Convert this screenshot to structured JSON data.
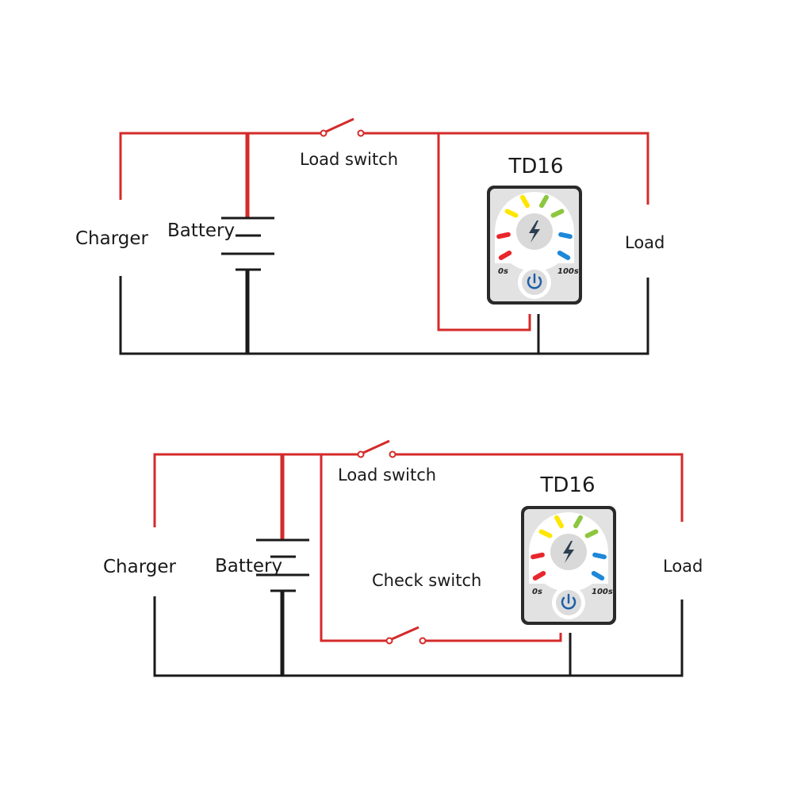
{
  "colors": {
    "positive_wire": "#d42a2a",
    "negative_wire": "#1a1a1a",
    "module_body": "#e2e2e2",
    "led_segments": [
      "#e8262b",
      "#e8262b",
      "#ffe600",
      "#ffe600",
      "#8dc63f",
      "#8dc63f",
      "#1e88d8",
      "#1e88d8"
    ]
  },
  "diagram_top": {
    "charger_label": "Charger",
    "battery_label": "Battery",
    "load_switch_label": "Load switch",
    "load_label": "Load",
    "module": {
      "name": "TD16",
      "left_scale": "0s",
      "right_scale": "100s",
      "center_icon": "lightning-icon",
      "button_icon": "power-icon"
    }
  },
  "diagram_bottom": {
    "charger_label": "Charger",
    "battery_label": "Battery",
    "load_switch_label": "Load switch",
    "check_switch_label": "Check switch",
    "load_label": "Load",
    "module": {
      "name": "TD16",
      "left_scale": "0s",
      "right_scale": "100s",
      "center_icon": "lightning-icon",
      "button_icon": "power-icon"
    }
  }
}
